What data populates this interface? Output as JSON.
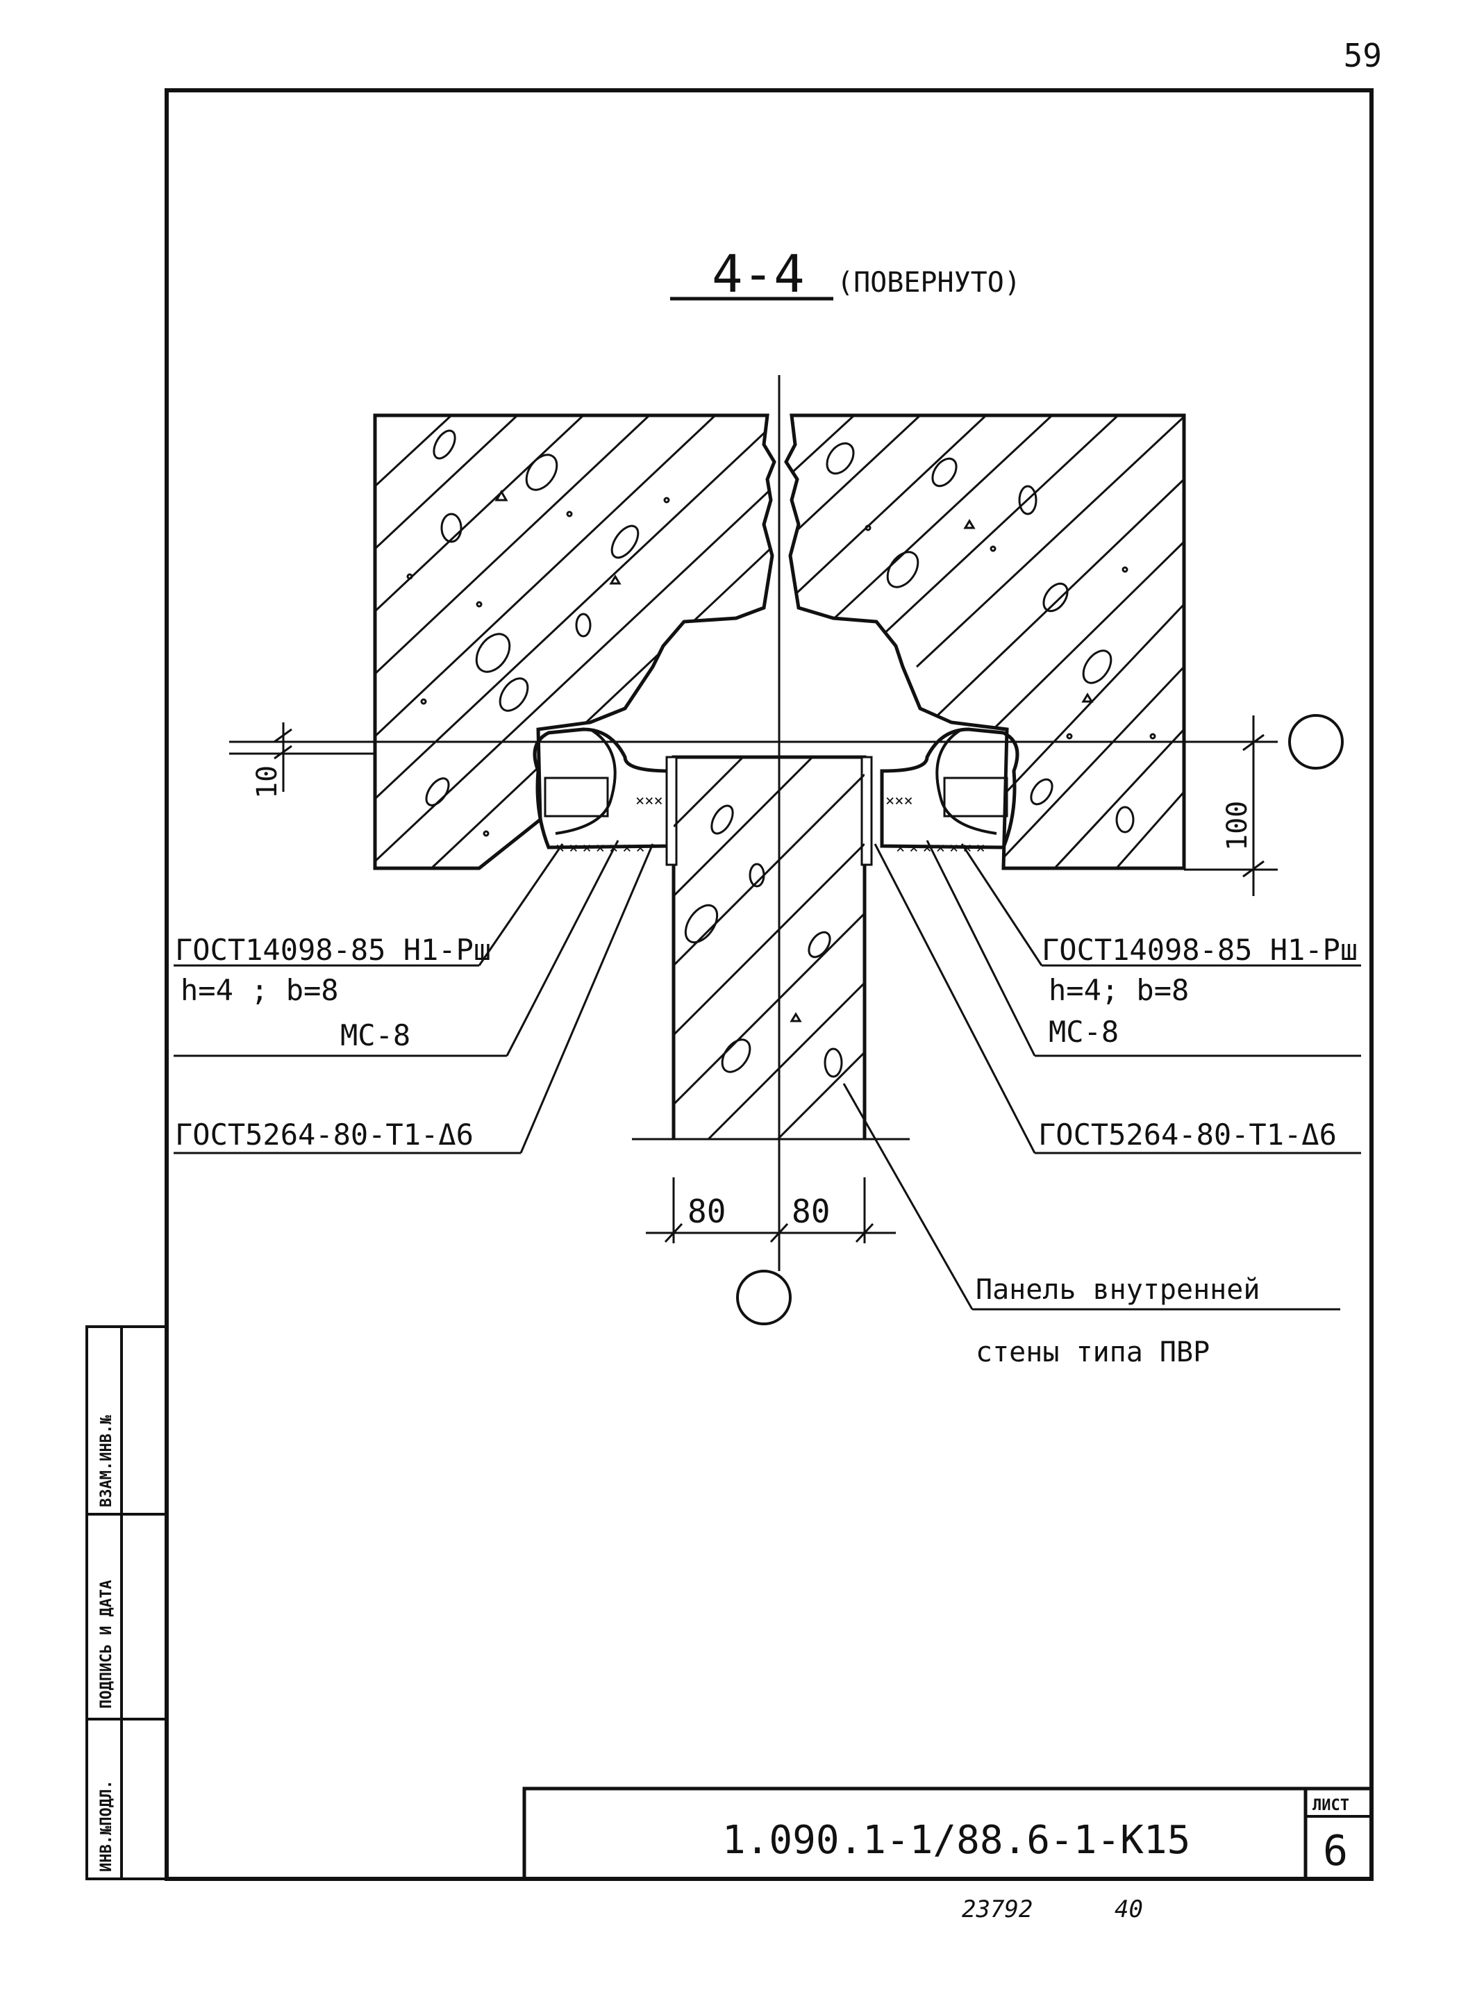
{
  "page_number": "59",
  "section": {
    "title": "4-4",
    "note": "(ПОВЕРНУТО)"
  },
  "callouts": {
    "left_seal_std": "ГОСТ14098-85 Н1-Рш",
    "left_seal_dims": "h=4 ; b=8",
    "left_mastic": "МС-8",
    "left_weld": "ГОСТ5264-80-Т1-Δ6",
    "right_seal_std": "ГОСТ14098-85 Н1-Рш",
    "right_seal_dims": "h=4; b=8",
    "right_mastic": "МС-8",
    "right_weld": "ГОСТ5264-80-Т1-Δ6",
    "panel_line1": "Панель внутренней",
    "panel_line2": "стены типа ПВР"
  },
  "dimensions": {
    "left_gap": "10",
    "right_depth": "100",
    "half_width_left": "80",
    "half_width_right": "80"
  },
  "margin_labels": {
    "exchange_inv": "ВЗАМ.ИНВ.№",
    "signature_date": "ПОДПИСЬ И ДАТА",
    "inv_orig": "ИНВ.№ПОДЛ."
  },
  "title_block": {
    "code": "1.090.1-1/88.6-1-К15",
    "sheet_label": "ЛИСТ",
    "sheet_number": "6"
  },
  "footer": {
    "archive_no": "23792",
    "copy_no": "40"
  }
}
